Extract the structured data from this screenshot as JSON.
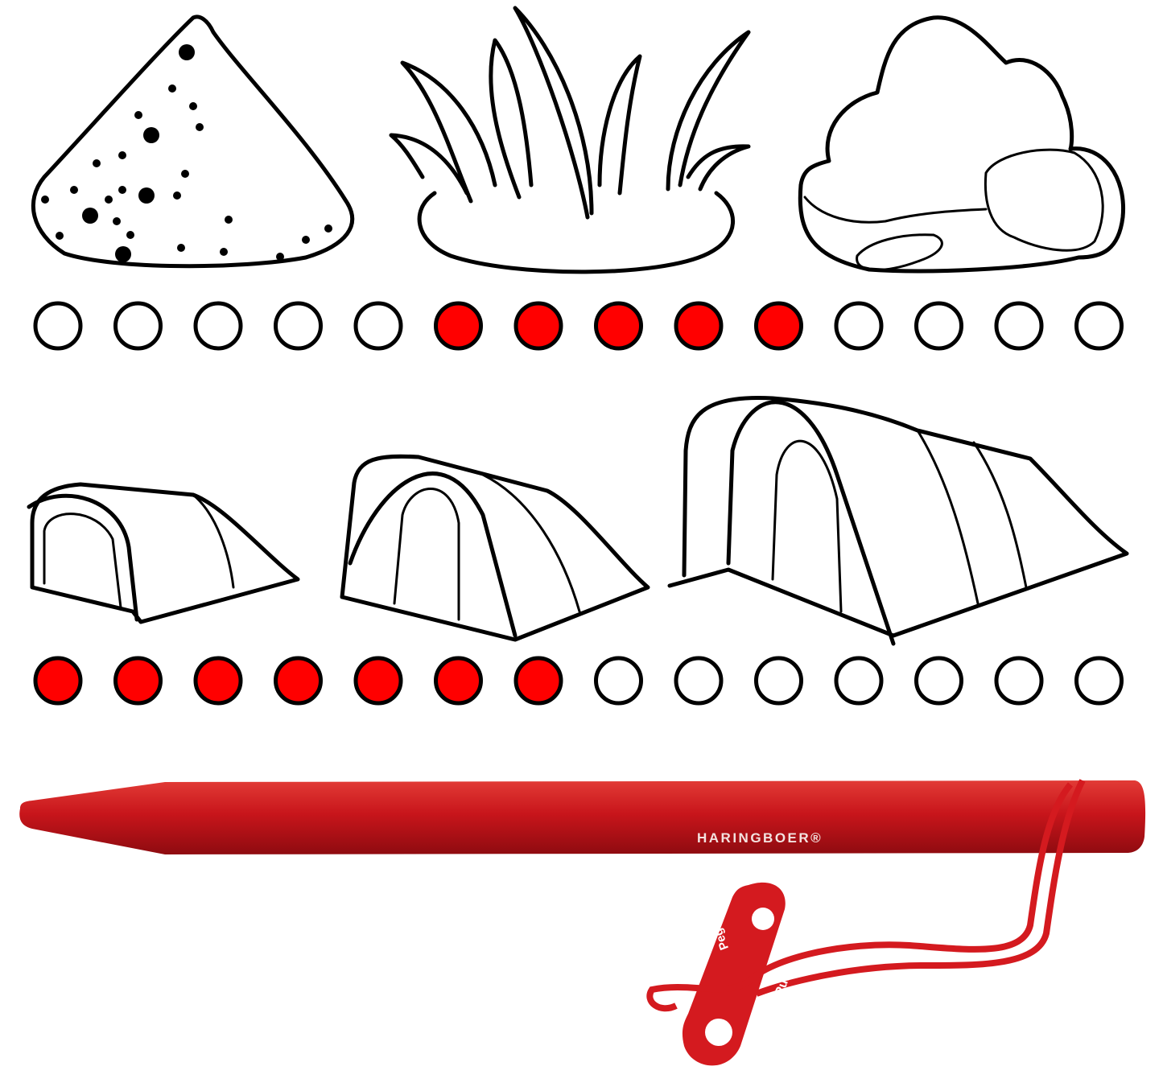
{
  "ground_types": [
    "sand",
    "grass",
    "rock"
  ],
  "ground_rating": {
    "total": 14,
    "filled_from": 5,
    "filled_to": 9
  },
  "tent_sizes": [
    "small",
    "medium",
    "large"
  ],
  "tent_rating": {
    "total": 14,
    "filled_from": 0,
    "filled_to": 6
  },
  "colors": {
    "filled": "#ff0000",
    "empty": "#ffffff",
    "outline": "#000000",
    "peg": "#c8151b"
  },
  "product": {
    "brand": "HARINGBOER®",
    "pegpull_label_1": "PegPull®",
    "pegpull_label_2": "PegPull"
  }
}
